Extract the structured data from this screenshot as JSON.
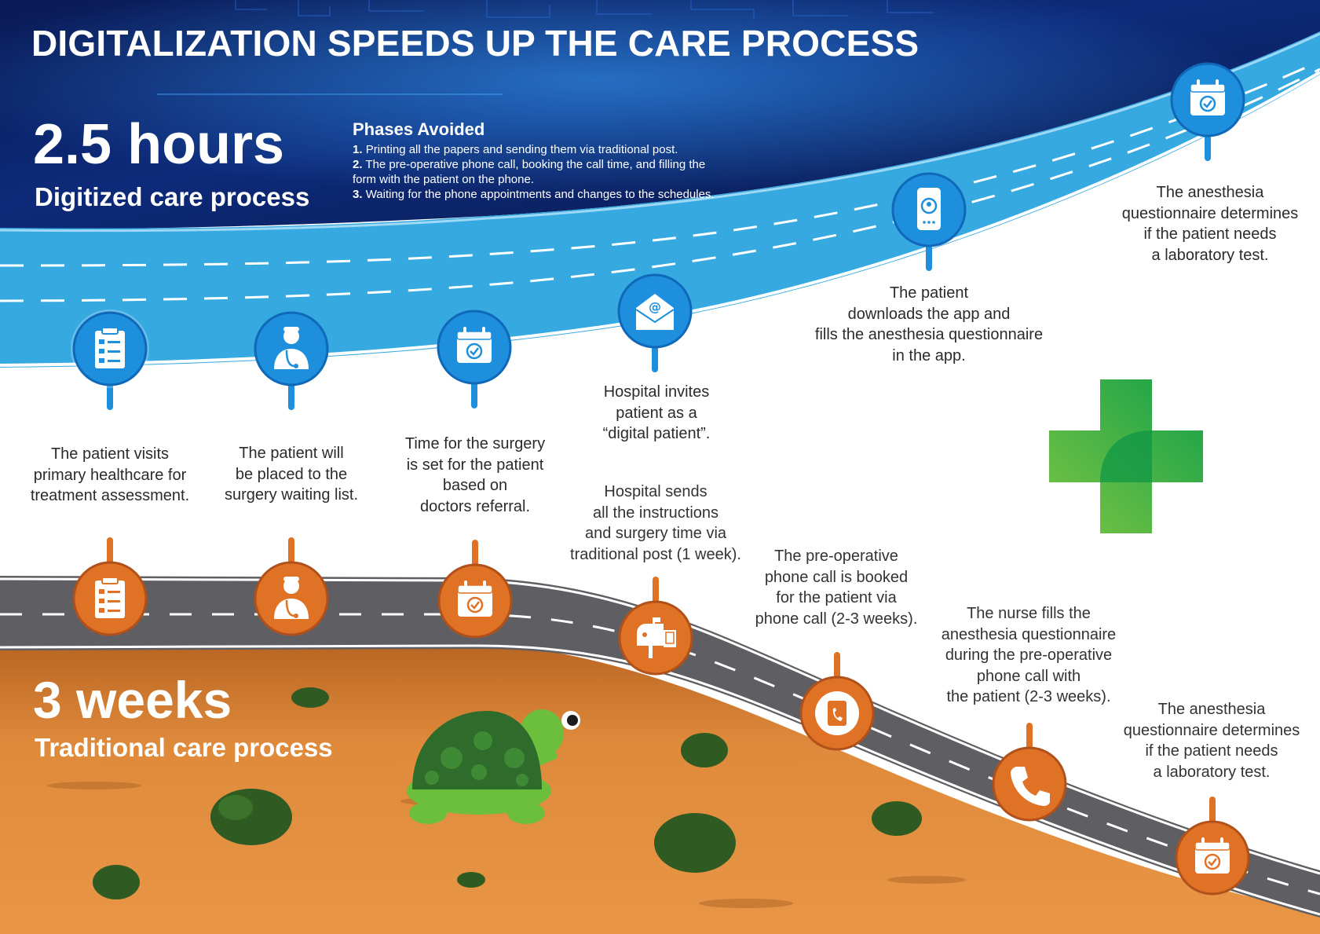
{
  "header": {
    "title": "DIGITALIZATION SPEEDS UP THE CARE PROCESS"
  },
  "digital": {
    "duration": "2.5 hours",
    "label": "Digitized care process",
    "phases_title": "Phases Avoided",
    "phases": [
      {
        "num": "1.",
        "text": "Printing all the papers and sending them via traditional post."
      },
      {
        "num": "2.",
        "text": "The pre-operative phone call, booking the call time, and filling the form with the patient on the phone."
      },
      {
        "num": "3.",
        "text": "Waiting for the phone appointments and changes to the schedules."
      }
    ],
    "steps": [
      {
        "icon": "clipboard-icon",
        "caption": "The patient visits\nprimary healthcare for\ntreatment assessment."
      },
      {
        "icon": "doctor-icon",
        "caption": "The patient will\nbe placed to the\nsurgery waiting list."
      },
      {
        "icon": "calendar-icon",
        "caption": "Time for the surgery\nis set for the patient\nbased on\ndoctors referral."
      },
      {
        "icon": "email-icon",
        "caption": "Hospital invites\npatient as a\n“digital patient”."
      },
      {
        "icon": "mobile-app-icon",
        "caption": "The patient\ndownloads the app and\nfills the anesthesia questionnaire\nin the app."
      },
      {
        "icon": "calendar-icon",
        "caption": "The anesthesia\nquestionnaire determines\nif the patient needs\na laboratory test."
      }
    ]
  },
  "traditional": {
    "duration": "3 weeks",
    "label": "Traditional care process",
    "steps": [
      {
        "icon": "clipboard-icon",
        "caption": ""
      },
      {
        "icon": "doctor-icon",
        "caption": ""
      },
      {
        "icon": "calendar-icon",
        "caption": ""
      },
      {
        "icon": "mailbox-icon",
        "caption": "Hospital sends\nall the instructions\nand surgery time via\ntraditional post (1 week)."
      },
      {
        "icon": "phone-book-icon",
        "caption": "The pre-operative\nphone call is booked\nfor the patient via\nphone call (2-3 weeks)."
      },
      {
        "icon": "phone-icon",
        "caption": "The nurse fills the\nanesthesia questionnaire\nduring the pre-operative\nphone call with\nthe patient (2-3 weeks)."
      },
      {
        "icon": "calendar-icon",
        "caption": "The anesthesia\nquestionnaire determines\nif the patient needs\na laboratory test."
      }
    ]
  },
  "colors": {
    "navy": "#0d1e5c",
    "fast_road": "#36a9e1",
    "digital_icon": "#1e8fdc",
    "slow_road": "#5f5f63",
    "traditional_icon": "#e07226",
    "ground": "#e08a3c",
    "cross_green": "#3fb54a",
    "turtle_green": "#6cbf3c"
  }
}
